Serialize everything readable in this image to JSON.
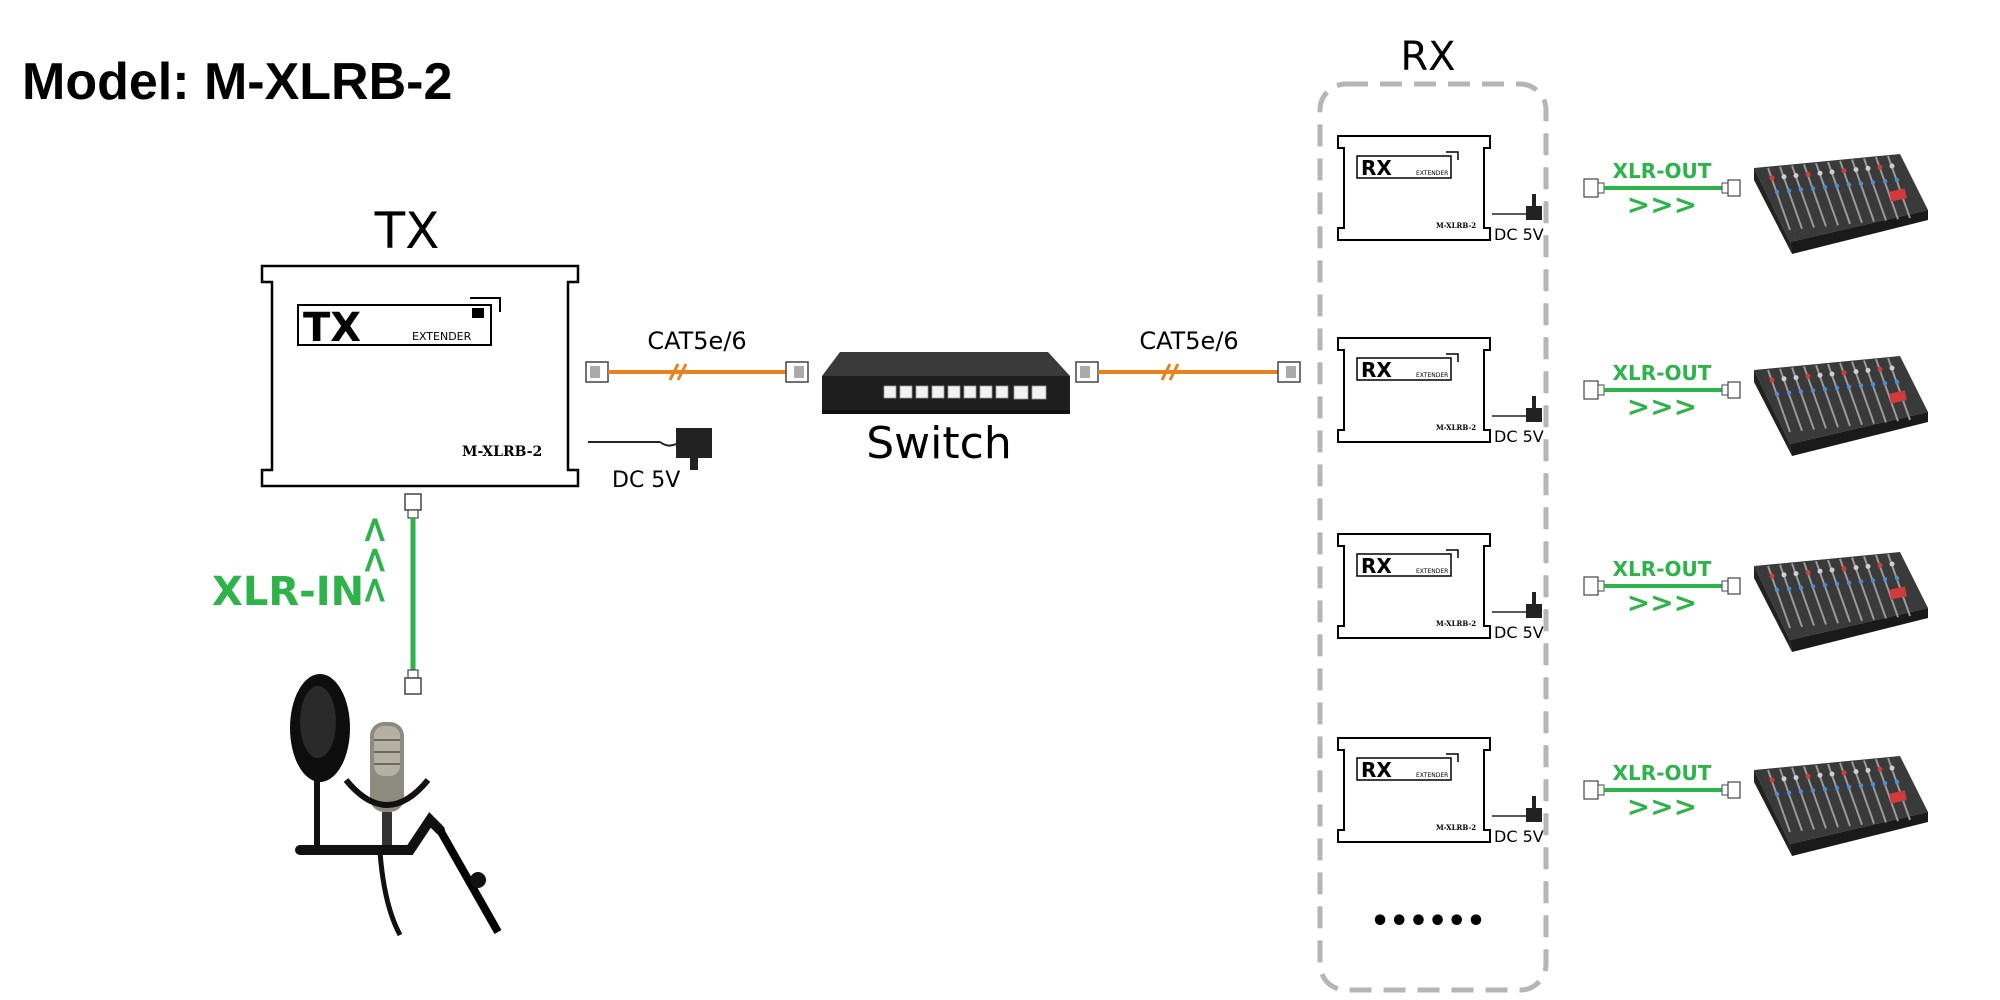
{
  "title": "Model: M-XLRB-2",
  "tx": {
    "label": "TX",
    "badge_big": "TX",
    "badge_small": "EXTENDER",
    "model": "M-XLRB-2",
    "power_label": "DC 5V",
    "input_label": "XLR-IN",
    "input_arrows": ">>>"
  },
  "links": {
    "left_cable": "CAT5e/6",
    "right_cable": "CAT5e/6",
    "switch_label": "Switch"
  },
  "rx": {
    "label": "RX",
    "units": [
      {
        "badge_big": "RX",
        "badge_small": "EXTENDER",
        "model": "M-XLRB-2",
        "power_label": "DC 5V",
        "output_label": "XLR-OUT",
        "output_arrows": ">>>"
      },
      {
        "badge_big": "RX",
        "badge_small": "EXTENDER",
        "model": "M-XLRB-2",
        "power_label": "DC 5V",
        "output_label": "XLR-OUT",
        "output_arrows": ">>>"
      },
      {
        "badge_big": "RX",
        "badge_small": "EXTENDER",
        "model": "M-XLRB-2",
        "power_label": "DC 5V",
        "output_label": "XLR-OUT",
        "output_arrows": ">>>"
      },
      {
        "badge_big": "RX",
        "badge_small": "EXTENDER",
        "model": "M-XLRB-2",
        "power_label": "DC 5V",
        "output_label": "XLR-OUT",
        "output_arrows": ">>>"
      }
    ],
    "more": "••••••"
  },
  "colors": {
    "cable_orange": "#e8821e",
    "xlr_green": "#2db34a",
    "dash_gray": "#b5b5b5",
    "switch_dark": "#2a2a2a"
  }
}
